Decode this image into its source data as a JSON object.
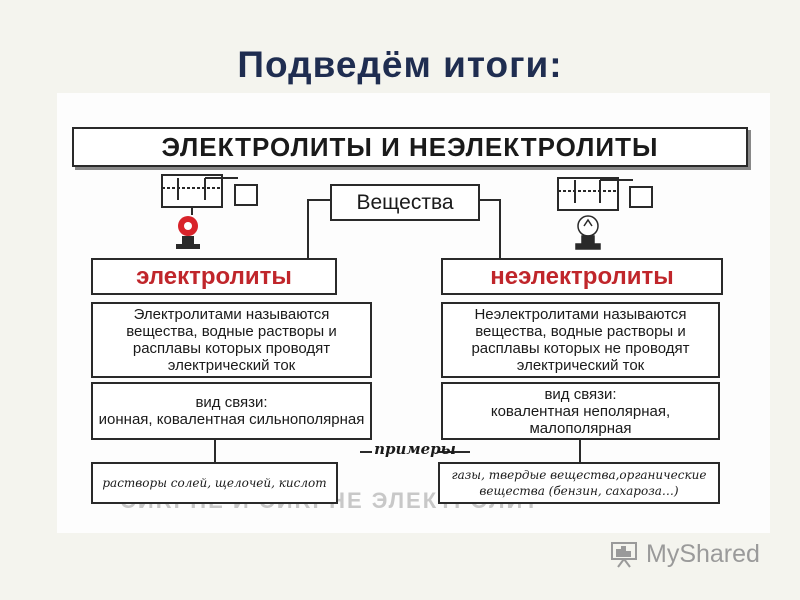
{
  "slide": {
    "title": "Подведём итоги:"
  },
  "diagram": {
    "header": "ЭЛЕКТРОЛИТЫ И НЕЭЛЕКТРОЛИТЫ",
    "root": "Вещества",
    "left": {
      "category": "электролиты",
      "definition": "Электролитами называются вещества, водные растворы и расплавы которых проводят электрический ток",
      "bond_title": "вид связи:",
      "bond_text": "ионная, ковалентная сильнополярная",
      "examples": "растворы солей, щелочей, кислот"
    },
    "right": {
      "category": "неэлектролиты",
      "definition": "Неэлектролитами называются вещества, водные растворы и расплавы которых не проводят электрический ток",
      "bond_title": "вид связи:",
      "bond_text": "ковалентная неполярная, малополярная",
      "examples": "газы, твердые вещества,органические вещества (бензин, сахароза…)"
    },
    "examples_label": "примеры"
  },
  "logo": {
    "text": "MyShared",
    "icon": "presentation-board-icon"
  },
  "colors": {
    "title": "#1f2d50",
    "category_red": "#c0262b",
    "logo_gray": "#9a9a9a"
  }
}
